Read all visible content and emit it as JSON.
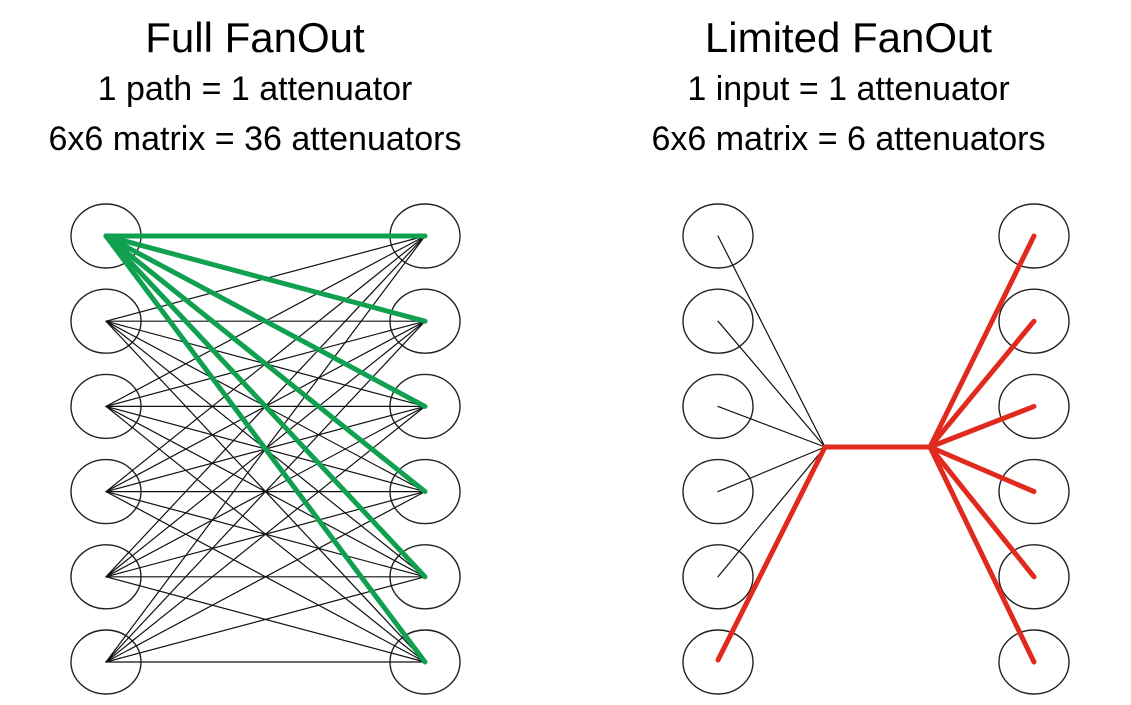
{
  "left": {
    "title": "Full FanOut",
    "line1": "1 path = 1 attenuator",
    "line2": "6x6 matrix = 36 attenuators"
  },
  "right": {
    "title": "Limited FanOut",
    "line1": "1 input = 1 attenuator",
    "line2": "6x6 matrix = 6 attenuators"
  },
  "colors": {
    "highlight_full": "#10a050",
    "highlight_limited": "#e02a1e",
    "lines": "#111111",
    "circles": "#222222"
  },
  "matrix_size": 6
}
